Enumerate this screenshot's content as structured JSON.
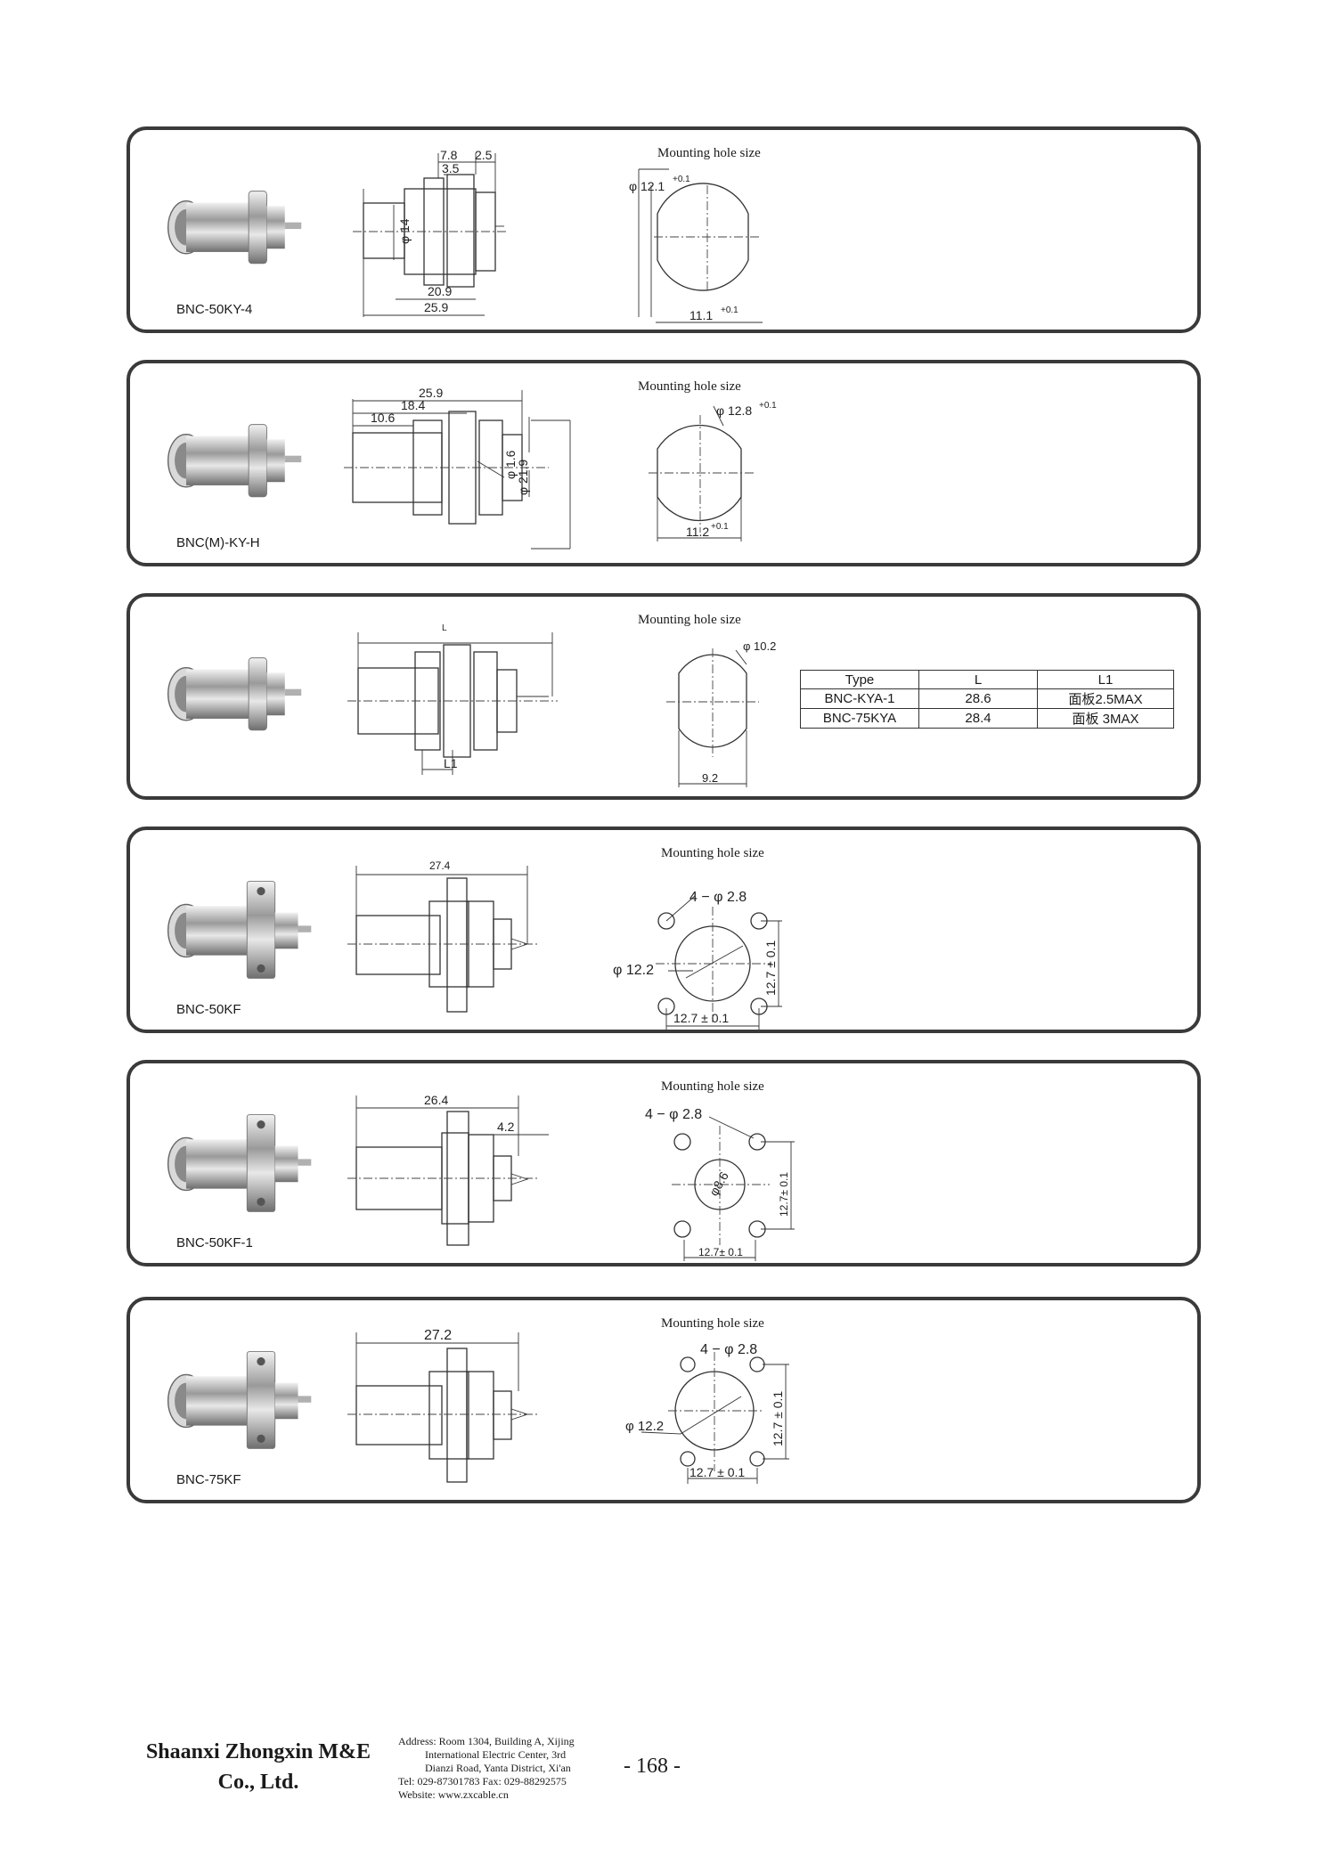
{
  "panels": [
    {
      "model": "BNC-50KY-4",
      "mounting_label": "Mounting hole size",
      "dims": [
        "7.8",
        "2.5",
        "3.5",
        "φ 14",
        "20.9",
        "25.9"
      ],
      "hole": [
        "φ 12.1",
        "+0.1",
        "11.1",
        "+0.1"
      ]
    },
    {
      "model": "BNC(M)-KY-H",
      "mounting_label": "Mounting hole size",
      "dims": [
        "25.9",
        "18.4",
        "10.6",
        "φ 1.6",
        "φ 21.9"
      ],
      "hole": [
        "φ 12.8",
        "+0.1",
        "11.2",
        "+0.1"
      ]
    },
    {
      "model": "",
      "mounting_label": "Mounting hole size",
      "dims": [
        "L",
        "L1"
      ],
      "hole": [
        "φ 10.2",
        "9.2"
      ],
      "table": {
        "headers": [
          "Type",
          "L",
          "L1"
        ],
        "rows": [
          [
            "BNC-KYA-1",
            "28.6",
            "面板2.5MAX"
          ],
          [
            "BNC-75KYA",
            "28.4",
            "面板  3MAX"
          ]
        ]
      }
    },
    {
      "model": "BNC-50KF",
      "mounting_label": "Mounting hole size",
      "dims": [
        "27.4"
      ],
      "hole": [
        "4 − φ 2.8",
        "φ 12.2",
        "12.7 ± 0.1",
        "12.7 ± 0.1"
      ]
    },
    {
      "model": "BNC-50KF-1",
      "mounting_label": "Mounting hole size",
      "dims": [
        "26.4",
        "4.2"
      ],
      "hole": [
        "4 − φ 2.8",
        "φ8.6",
        "12.7± 0.1",
        "12.7± 0.1"
      ]
    },
    {
      "model": "BNC-75KF",
      "mounting_label": "Mounting hole size",
      "dims": [
        "27.2"
      ],
      "hole": [
        "4 − φ 2.8",
        "φ 12.2",
        "12.7 ± 0.1",
        "12.7 ± 0.1"
      ]
    }
  ],
  "footer": {
    "company_line1": "Shaanxi Zhongxin M&E",
    "company_line2": "Co., Ltd.",
    "address_lines": [
      "Address: Room 1304, Building A, Xijing",
      "International Electric Center, 3rd",
      "Dianzi Road, Yanta District, Xi'an"
    ],
    "contact": "Tel: 029-87301783    Fax: 029-88292575",
    "website": "Website: www.zxcable.cn",
    "page_number": "- 168 -"
  }
}
